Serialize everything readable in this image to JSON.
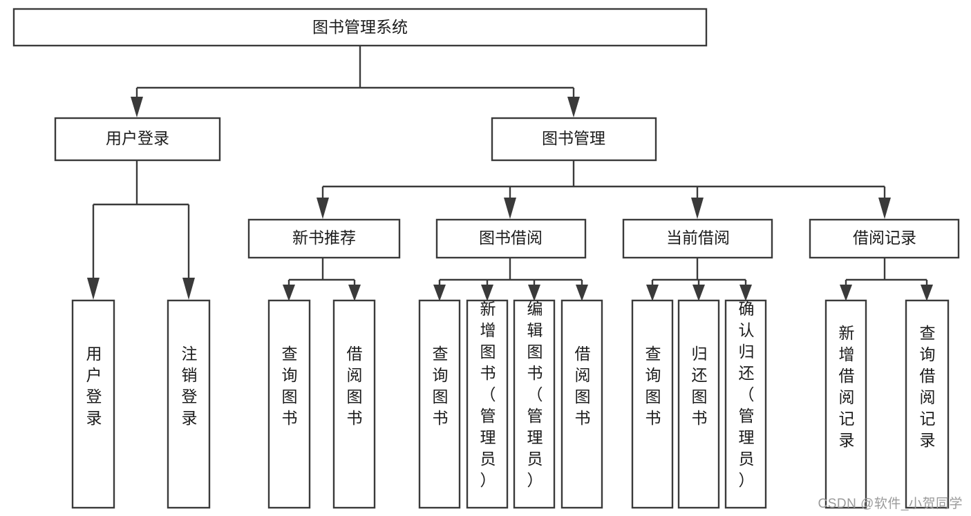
{
  "diagram": {
    "title": "图书管理系统",
    "type": "hierarchy-tree",
    "watermark": "CSDN @软件_小贺同学",
    "root": {
      "id": "root",
      "label": "图书管理系统",
      "orientation": "horizontal"
    },
    "level2": [
      {
        "id": "user-login",
        "label": "用户登录",
        "orientation": "horizontal"
      },
      {
        "id": "book-manage",
        "label": "图书管理",
        "orientation": "horizontal"
      }
    ],
    "level3": [
      {
        "id": "new-book-recommend",
        "label": "新书推荐",
        "parent": "book-manage",
        "orientation": "horizontal"
      },
      {
        "id": "book-borrow",
        "label": "图书借阅",
        "parent": "book-manage",
        "orientation": "horizontal"
      },
      {
        "id": "current-borrow",
        "label": "当前借阅",
        "parent": "book-manage",
        "orientation": "horizontal"
      },
      {
        "id": "borrow-record",
        "label": "借阅记录",
        "parent": "book-manage",
        "orientation": "horizontal"
      }
    ],
    "leaves": [
      {
        "id": "leaf-user-login",
        "label": "用户登录",
        "parent": "user-login",
        "orientation": "vertical"
      },
      {
        "id": "leaf-logout-login",
        "label": "注销登录",
        "parent": "user-login",
        "orientation": "vertical"
      },
      {
        "id": "leaf-query-book-1",
        "label": "查询图书",
        "parent": "new-book-recommend",
        "orientation": "vertical"
      },
      {
        "id": "leaf-borrow-book-1",
        "label": "借阅图书",
        "parent": "new-book-recommend",
        "orientation": "vertical"
      },
      {
        "id": "leaf-query-book-2",
        "label": "查询图书",
        "parent": "book-borrow",
        "orientation": "vertical"
      },
      {
        "id": "leaf-add-book",
        "label": "新增图书（管理员）",
        "parent": "book-borrow",
        "orientation": "vertical"
      },
      {
        "id": "leaf-edit-book",
        "label": "编辑图书（管理员）",
        "parent": "book-borrow",
        "orientation": "vertical"
      },
      {
        "id": "leaf-borrow-book-2",
        "label": "借阅图书",
        "parent": "book-borrow",
        "orientation": "vertical"
      },
      {
        "id": "leaf-query-book-3",
        "label": "查询图书",
        "parent": "current-borrow",
        "orientation": "vertical"
      },
      {
        "id": "leaf-return-book",
        "label": "归还图书",
        "parent": "current-borrow",
        "orientation": "vertical"
      },
      {
        "id": "leaf-confirm-return",
        "label": "确认归还（管理员）",
        "parent": "current-borrow",
        "orientation": "vertical"
      },
      {
        "id": "leaf-add-record",
        "label": "新增借阅记录",
        "parent": "borrow-record",
        "orientation": "vertical"
      },
      {
        "id": "leaf-query-record",
        "label": "查询借阅记录",
        "parent": "borrow-record",
        "orientation": "vertical"
      }
    ],
    "colors": {
      "stroke": "#3a3a3a",
      "fill": "#ffffff",
      "text": "#1b1b1b",
      "watermark": "#9a9a9a"
    }
  }
}
